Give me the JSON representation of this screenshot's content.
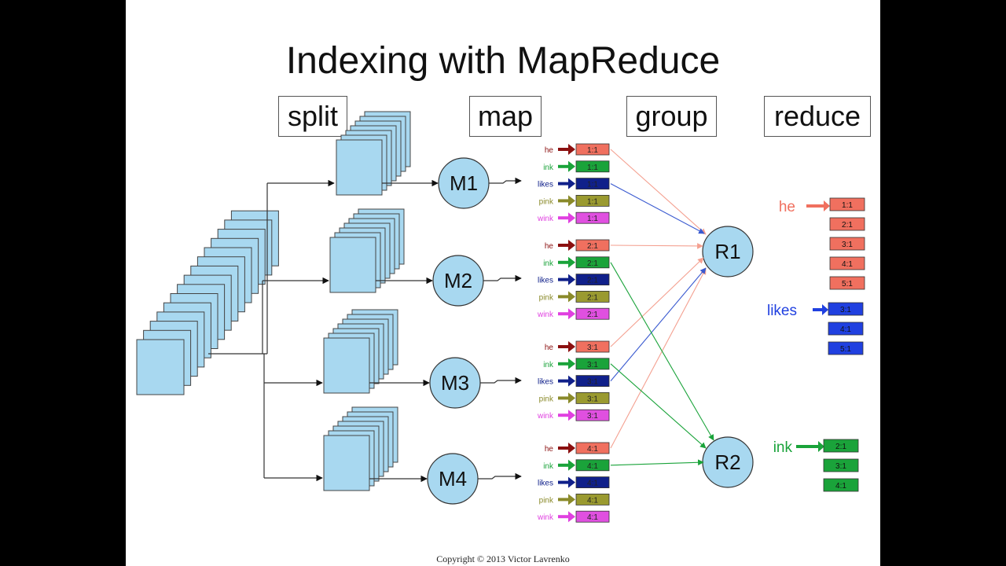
{
  "title": "Indexing with MapReduce",
  "stages": {
    "split": "split",
    "map": "map",
    "group": "group",
    "reduce": "reduce"
  },
  "mappers": [
    {
      "name": "M1",
      "pairs": [
        {
          "word": "he",
          "value": "1:1"
        },
        {
          "word": "ink",
          "value": "1:1"
        },
        {
          "word": "likes",
          "value": "1:1"
        },
        {
          "word": "pink",
          "value": "1:1"
        },
        {
          "word": "wink",
          "value": "1:1"
        }
      ]
    },
    {
      "name": "M2",
      "pairs": [
        {
          "word": "he",
          "value": "2:1"
        },
        {
          "word": "ink",
          "value": "2:1"
        },
        {
          "word": "likes",
          "value": "2:1"
        },
        {
          "word": "pink",
          "value": "2:1"
        },
        {
          "word": "wink",
          "value": "2:1"
        }
      ]
    },
    {
      "name": "M3",
      "pairs": [
        {
          "word": "he",
          "value": "3:1"
        },
        {
          "word": "ink",
          "value": "3:1"
        },
        {
          "word": "likes",
          "value": "3:1"
        },
        {
          "word": "pink",
          "value": "3:1"
        },
        {
          "word": "wink",
          "value": "3:1"
        }
      ]
    },
    {
      "name": "M4",
      "pairs": [
        {
          "word": "he",
          "value": "4:1"
        },
        {
          "word": "ink",
          "value": "4:1"
        },
        {
          "word": "likes",
          "value": "4:1"
        },
        {
          "word": "pink",
          "value": "4:1"
        },
        {
          "word": "wink",
          "value": "4:1"
        }
      ]
    }
  ],
  "reducers": [
    {
      "name": "R1"
    },
    {
      "name": "R2"
    }
  ],
  "results": [
    {
      "word": "he",
      "values": [
        "1:1",
        "2:1",
        "3:1",
        "4:1",
        "5:1"
      ]
    },
    {
      "word": "likes",
      "values": [
        "3:1",
        "4:1",
        "5:1"
      ]
    },
    {
      "word": "ink",
      "values": [
        "2:1",
        "3:1",
        "4:1"
      ]
    }
  ],
  "colors": {
    "he": {
      "box": "#f0705f",
      "arrow": "#8b1010",
      "label": "#8b1010",
      "edge": "#f4a090"
    },
    "ink": {
      "box": "#1aa33a",
      "arrow": "#1aa33a",
      "label": "#1aa33a",
      "edge": "#1aa33a"
    },
    "likes": {
      "box": "#10208a",
      "arrow": "#10208a",
      "label": "#10208a",
      "edge": "#3a5ad0"
    },
    "pink": {
      "box": "#9a9a30",
      "arrow": "#8a8a2a",
      "label": "#8a8a2a",
      "edge": "#9a9a30"
    },
    "wink": {
      "box": "#e050e0",
      "arrow": "#e040e0",
      "label": "#e040e0",
      "edge": "#e050e0"
    },
    "doc": "#a8d8f0",
    "node": "#a8d8f0"
  },
  "reduce_colors": {
    "he": "#f0705f",
    "likes": "#2040e0",
    "ink": "#1aa33a"
  },
  "copyright": "Copyright © 2013 Victor Lavrenko"
}
